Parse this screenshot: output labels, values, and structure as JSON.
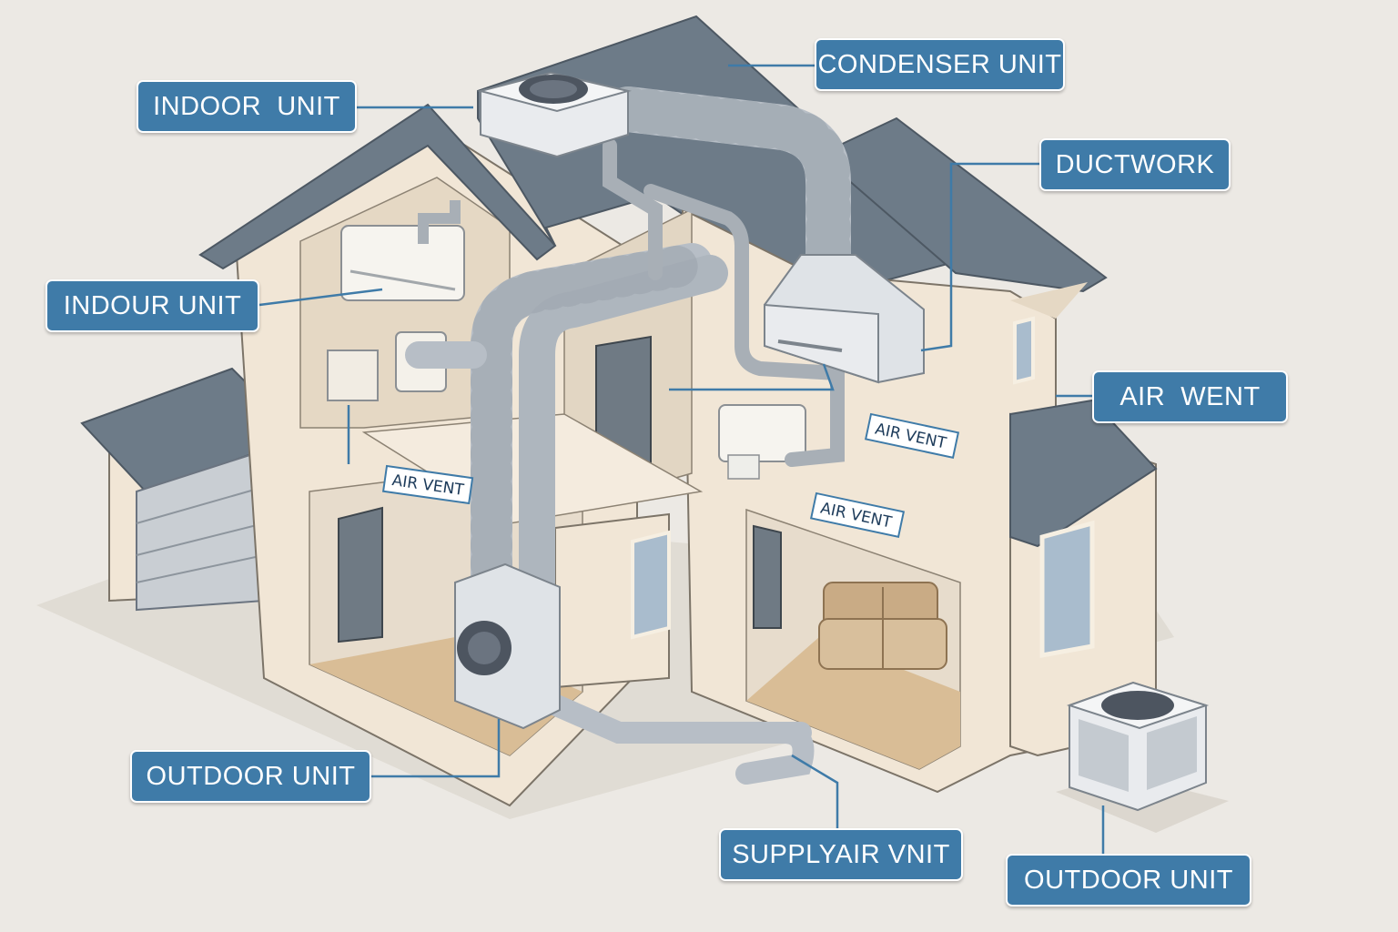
{
  "colors": {
    "background": "#ece9e4",
    "callout_fill": "#3f7ba8",
    "callout_text": "#ffffff",
    "leader_line": "#3f7ba8",
    "roof": "#6d7b88",
    "wall": "#f1e6d6",
    "duct": "#b7bec6",
    "floor": "#d9bd96"
  },
  "callouts": {
    "indoor_unit_top": "INDOOR  UNIT",
    "indour_unit": "INDOUR UNIT",
    "condenser_unit": "CONDENSER UNIT",
    "ductwork": "DUCTWORK",
    "air_went": "AIR  WENT",
    "outdoor_unit_left": "OUTDOOR UNIT",
    "supply_air_vnit": "SUPPLYAIR VNIT",
    "outdoor_unit_right": "OUTDOOR UNIT"
  },
  "wall_tags": {
    "air_vent_left": "AIR VENT",
    "air_vent_upper_right": "AIR VENT",
    "air_vent_mid": "AIR VENT"
  },
  "icons": [
    "fan-icon",
    "sofa-icon",
    "door-icon",
    "window-icon",
    "garage-door-icon"
  ]
}
